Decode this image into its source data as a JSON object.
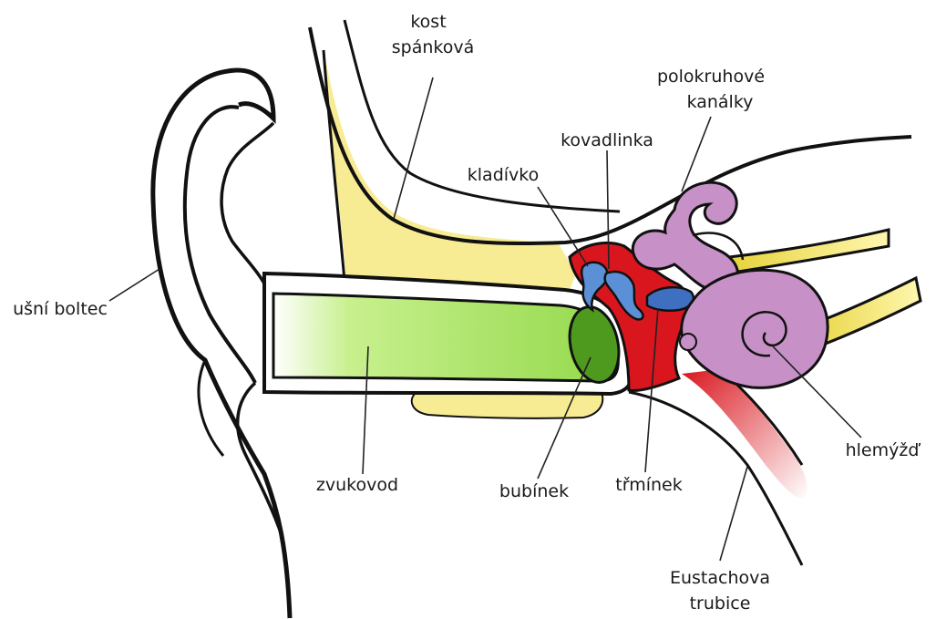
{
  "labels": {
    "temporal_bone_line1": "kost",
    "temporal_bone_line2": "spánková",
    "semicircular_line1": "polokruhové",
    "semicircular_line2": "kanálky",
    "incus": "kovadlinka",
    "malleus": "kladívko",
    "pinna": "ušní boltec",
    "ear_canal": "zvukovod",
    "eardrum": "bubínek",
    "stapes": "třmínek",
    "cochlea": "hlemýžď",
    "eustachian_line1": "Eustachova",
    "eustachian_line2": "trubice"
  },
  "colors": {
    "bone": "#f7ec93",
    "canal": "#a7e35f",
    "eardrum": "#4e9a1e",
    "middle_ear": "#d9161e",
    "ossicle": "#5b8fd6",
    "inner_ear": "#c791c7",
    "tube": "#e0424b",
    "outline": "#111111"
  }
}
